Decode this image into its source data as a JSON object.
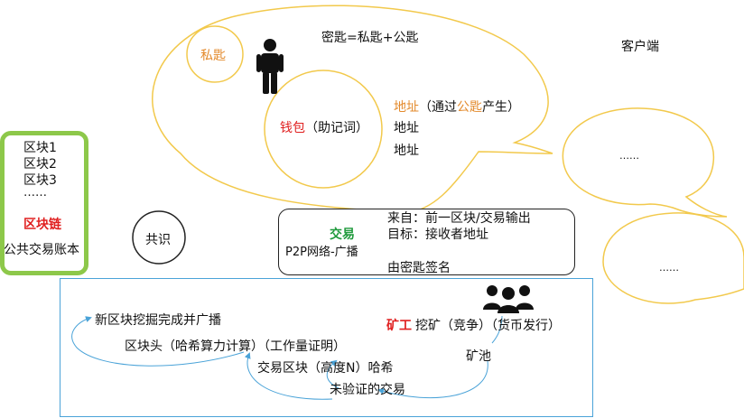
{
  "client": {
    "formula": "密匙=私匙+公匙",
    "private_key": "私匙",
    "wallet_prefix": "钱包",
    "wallet_suffix": "（助记词）",
    "address_line1_a": "地址",
    "address_line1_b": "（通过",
    "address_line1_c": "公匙",
    "address_line1_d": "产生）",
    "address_line2": "地址",
    "address_line3": "地址",
    "label": "客户端"
  },
  "other_clients": {
    "ellipsis_a": "……",
    "ellipsis_b": "……"
  },
  "blocks": {
    "items": [
      "区块1",
      "区块2",
      "区块3",
      "……"
    ],
    "chain_label": "区块链",
    "ledger_label": "公共交易账本"
  },
  "consensus": "共识",
  "transaction": {
    "title": "交易",
    "network": "P2P网络-广播",
    "from": "来自：前一区块/交易输出",
    "to": "目标：接收者地址",
    "signed": "由密匙签名"
  },
  "mining": {
    "broadcast": "新区块挖掘完成并广播",
    "header": "区块头（哈希算力计算）（工作量证明）",
    "tx_hash": "交易区块（高度N）哈希",
    "unverified": "未验证的交易",
    "miner_label": "矿工",
    "miner_desc": "挖矿（竞争）（货币发行）",
    "pool": "矿池"
  },
  "colors": {
    "bubble_stroke": "#f2c94c",
    "block_border": "#8dc84a",
    "miner_border": "#4aa3d8",
    "accent_orange": "#e38a2c",
    "accent_red": "#e02020",
    "accent_green": "#1f9a3c"
  }
}
